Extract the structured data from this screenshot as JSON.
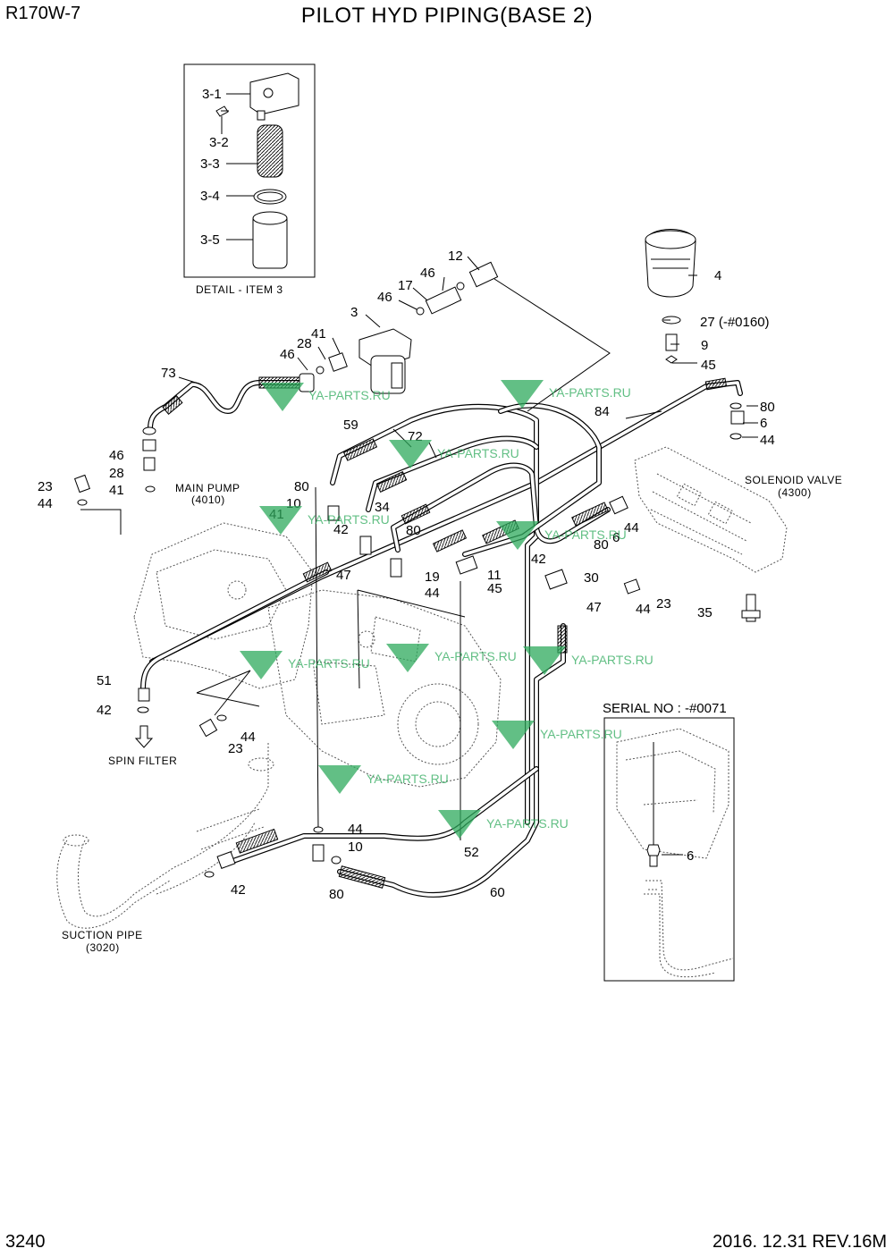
{
  "header": {
    "model": "R170W-7",
    "title": "PILOT HYD PIPING(BASE 2)"
  },
  "footer": {
    "page_number": "3240",
    "revision": "2016. 12.31  REV.16M"
  },
  "detail_box": {
    "caption": "DETAIL - ITEM 3",
    "callouts": [
      "3-1",
      "3-2",
      "3-3",
      "3-4",
      "3-5"
    ]
  },
  "serial_box": {
    "caption": "SERIAL NO : -#0071",
    "callouts": [
      "6"
    ]
  },
  "captions": {
    "main_pump": "MAIN PUMP",
    "main_pump_ref": "(4010)",
    "solenoid_valve": "SOLENOID VALVE",
    "solenoid_valve_ref": "(4300)",
    "spin_filter": "SPIN FILTER",
    "suction_pipe": "SUCTION PIPE",
    "suction_pipe_ref": "(3020)"
  },
  "callouts": {
    "c12": "12",
    "c46a": "46",
    "c17": "17",
    "c46b": "46",
    "c3": "3",
    "c41a": "41",
    "c28a": "28",
    "c46c": "46",
    "c73": "73",
    "c4": "4",
    "c27": "27 (-#0160)",
    "c9": "9",
    "c45a": "45",
    "c80a": "80",
    "c6a": "6",
    "c44a": "44",
    "c84": "84",
    "c59": "59",
    "c72": "72",
    "c46d": "46",
    "c28b": "28",
    "c41b": "41",
    "c23a": "23",
    "c44b": "44",
    "c80b": "80",
    "c10a": "10",
    "c34": "34",
    "c41c": "41",
    "c42a": "42",
    "c80c": "80",
    "c6b": "6",
    "c44c": "44",
    "c80d": "80",
    "c47a": "47",
    "c19": "19",
    "c44d": "44",
    "c11": "11",
    "c45b": "45",
    "c42b": "42",
    "c30": "30",
    "c23b": "23",
    "c44e": "44",
    "c47b": "47",
    "c35": "35",
    "c51": "51",
    "c42c": "42",
    "c23c": "23",
    "c44f": "44",
    "c44g": "44",
    "c10b": "10",
    "c80e": "80",
    "c42d": "42",
    "c52": "52",
    "c60": "60"
  },
  "watermarks": [
    "YA-PARTS.RU",
    "YA-PARTS.RU",
    "YA-PARTS.RU",
    "YA-PARTS.RU",
    "YA-PARTS.RU",
    "YA-PARTS.RU",
    "YA-PARTS.RU",
    "YA-PARTS.RU",
    "YA-PARTS.RU",
    "YA-PARTS.RU",
    "YA-PARTS.RU"
  ],
  "colors": {
    "watermark": "#2eaa5c",
    "line": "#000000"
  }
}
